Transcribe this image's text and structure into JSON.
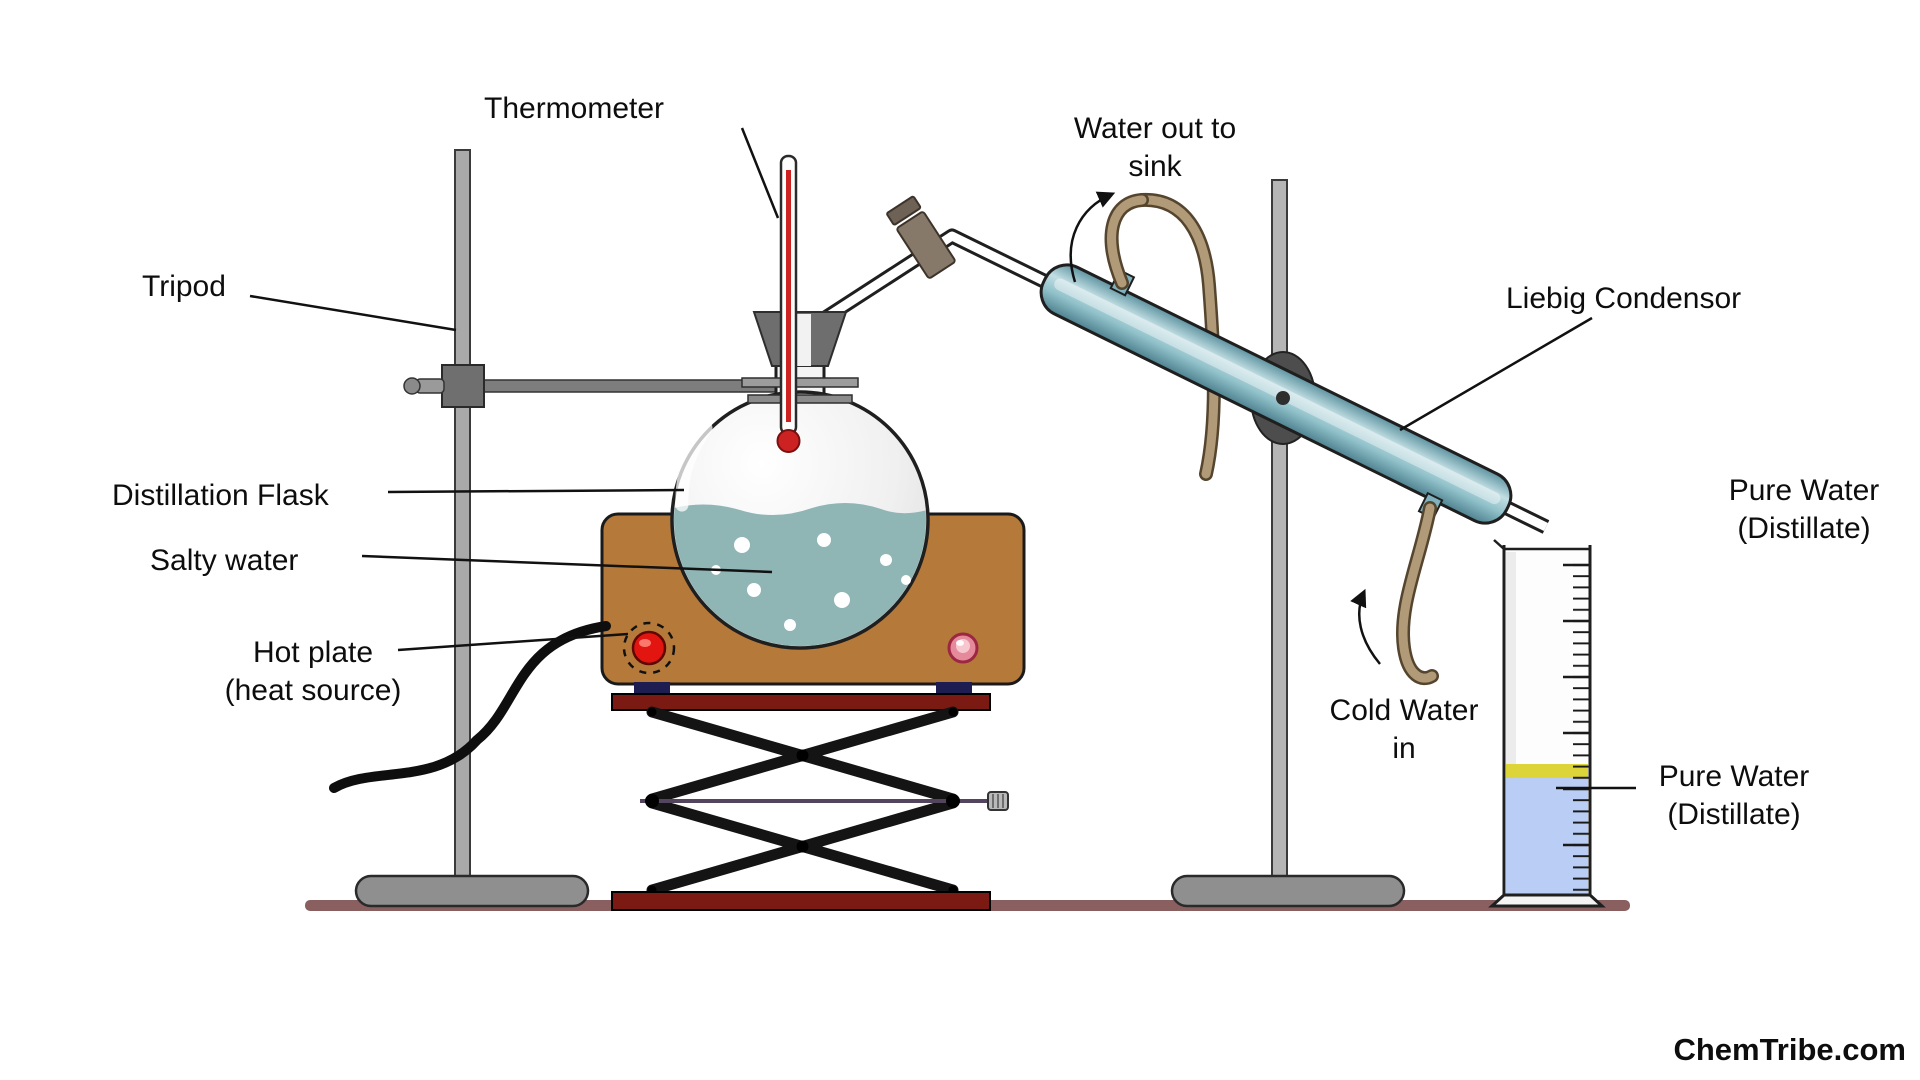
{
  "page": {
    "watermark": "ChemTribe.com",
    "background": "#ffffff"
  },
  "labels": {
    "thermometer": "Thermometer",
    "water_out": {
      "line1": "Water out to",
      "line2": "sink"
    },
    "tripod": "Tripod",
    "liebig_condensor": "Liebig Condensor",
    "distillation_flask": "Distillation Flask",
    "salty_water": "Salty water",
    "hot_plate": {
      "line1": "Hot plate",
      "line2": "(heat source)"
    },
    "cold_water_in": {
      "line1": "Cold Water",
      "line2": "in"
    },
    "pure_water_right": {
      "line1": "Pure Water",
      "line2": "(Distillate)"
    },
    "pure_water_cylinder": {
      "line1": "Pure Water",
      "line2": "(Distillate)"
    }
  },
  "colors": {
    "salty-water": "#8fb5b5",
    "condenser": "#7fb2bd",
    "hot-plate": "#b5793a",
    "hose": "#b09a77",
    "distillate": "#b9cdf5",
    "distillate-top": "#ddd43a",
    "jack": "#7a1a12",
    "table": "#8a5f5f",
    "thermometer": "#cc2222"
  }
}
